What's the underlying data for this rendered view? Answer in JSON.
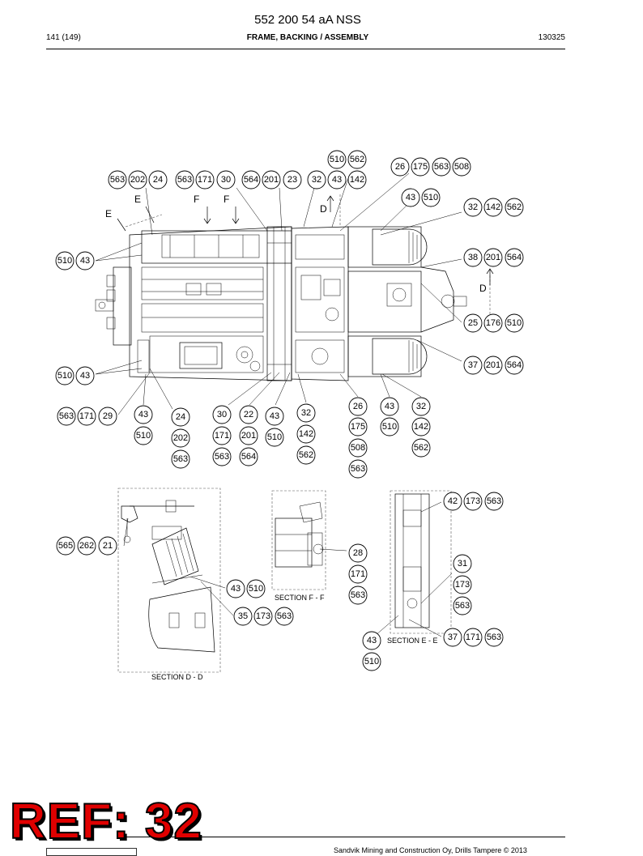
{
  "header": {
    "doc_title": "552 200 54 aA NSS",
    "page": "141 (149)",
    "section_title": "FRAME, BACKING / ASSEMBLY",
    "date_code": "130325"
  },
  "stamp": {
    "ref_label": "REF: 32"
  },
  "footer": {
    "copyright": "Sandvik Mining and Construction Oy, Drills Tampere © 2013"
  },
  "drawing": {
    "section_labels": {
      "dd": "SECTION D - D",
      "ff": "SECTION F - F",
      "ee": "SECTION E - E"
    },
    "view_letters": {
      "e1": "E",
      "e2": "E",
      "f1": "F",
      "f2": "F",
      "d1": "D",
      "d2": "D"
    },
    "bubbles": {
      "b510a": "510",
      "b562a": "562",
      "b26a": "26",
      "b175a": "175",
      "b563a": "563",
      "b508a": "508",
      "b563b": "563",
      "b202a": "202",
      "b24a": "24",
      "b563c": "563",
      "b171a": "171",
      "b30a": "30",
      "b564a": "564",
      "b201a": "201",
      "b23a": "23",
      "b32a": "32",
      "b43a": "43",
      "b142a": "142",
      "b43b": "43",
      "b510b": "510",
      "b32b": "32",
      "b142b": "142",
      "b562b": "562",
      "b510c": "510",
      "b43c": "43",
      "b38a": "38",
      "b201b": "201",
      "b564b": "564",
      "b25a": "25",
      "b176a": "176",
      "b510d": "510",
      "b37a": "37",
      "b201c": "201",
      "b564c": "564",
      "b510e": "510",
      "b43d": "43",
      "b563d": "563",
      "b171b": "171",
      "b29a": "29",
      "b43e": "43",
      "b510f": "510",
      "b24b": "24",
      "b202b": "202",
      "b563e": "563",
      "b30b": "30",
      "b171c": "171",
      "b563f": "563",
      "b22a": "22",
      "b201d": "201",
      "b564d": "564",
      "b43f": "43",
      "b510g": "510",
      "b32c": "32",
      "b142c": "142",
      "b562c": "562",
      "b26b": "26",
      "b175b": "175",
      "b508b": "508",
      "b563g": "563",
      "b43g": "43",
      "b510h": "510",
      "b32d": "32",
      "b142d": "142",
      "b562d": "562",
      "b42a": "42",
      "b173a": "173",
      "b563h": "563",
      "b565a": "565",
      "b262a": "262",
      "b21a": "21",
      "b28a": "28",
      "b171d": "171",
      "b563i": "563",
      "b31a": "31",
      "b173b": "173",
      "b563j": "563",
      "b43h": "43",
      "b510i": "510",
      "b35a": "35",
      "b173c": "173",
      "b563k": "563",
      "b37b": "37",
      "b171e": "171",
      "b563l": "563",
      "b43i": "43",
      "b510j": "510"
    }
  }
}
